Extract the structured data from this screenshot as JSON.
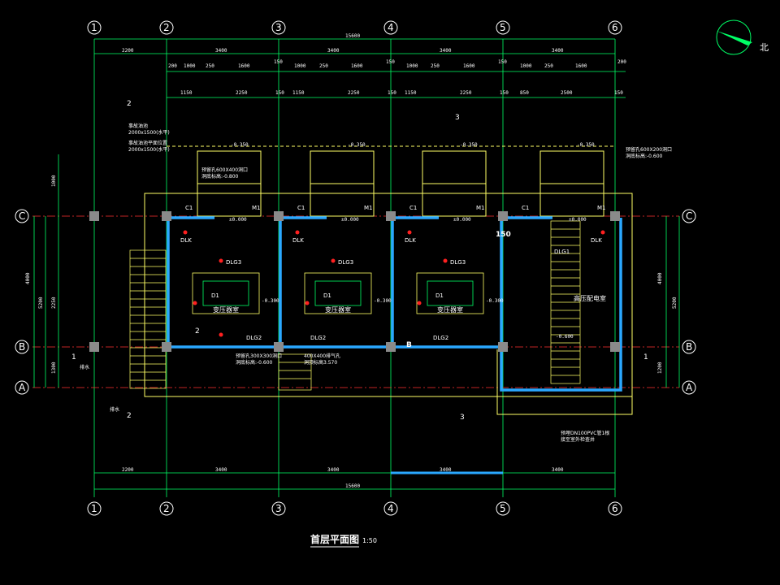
{
  "drawing": {
    "title": "首层平面图",
    "scale": "1:50",
    "north_label": "北",
    "grid_columns": [
      "1",
      "2",
      "3",
      "4",
      "5",
      "6"
    ],
    "grid_rows": [
      "C",
      "B",
      "A"
    ],
    "overall_dimension": "15600",
    "bay_dimensions": [
      "2200",
      "3400",
      "3400",
      "3400",
      "3400"
    ],
    "row2_dimensions": [
      "200",
      "1000",
      "250",
      "1600",
      "150",
      "1000",
      "250",
      "1600",
      "150",
      "1000",
      "250",
      "1600",
      "150",
      "1000",
      "250",
      "1600",
      "200"
    ],
    "row3_dimensions": [
      "1150",
      "2250",
      "150",
      "1150",
      "2250",
      "150",
      "1150",
      "2250",
      "150",
      "850",
      "2500",
      "150"
    ],
    "left_dimensions": [
      "4000",
      "5200",
      "1000",
      "2250",
      "1300"
    ],
    "right_dimensions": [
      "4000",
      "5200",
      "1200"
    ],
    "elevations": [
      "-0.350",
      "-0.350",
      "-0.350",
      "-0.350",
      "±0.000",
      "±0.000",
      "±0.000",
      "±0.000",
      "-0.300",
      "-0.300",
      "-0.300",
      "-0.600"
    ],
    "rooms": [
      {
        "label": "变压器室"
      },
      {
        "label": "变压器室"
      },
      {
        "label": "变压器室"
      },
      {
        "label": "高压配电室"
      }
    ],
    "tags": {
      "dlk": [
        "DLK",
        "DLK",
        "DLK",
        "DLK"
      ],
      "dlg3": [
        "DLG3",
        "DLG3",
        "DLG3"
      ],
      "dlg2": [
        "DLG2",
        "DLG2",
        "DLG2"
      ],
      "dlg1": "DLG1",
      "d1": [
        "D1",
        "D1",
        "D1"
      ],
      "c1": [
        "C1",
        "C1",
        "C1",
        "C1"
      ],
      "m1": [
        "M1",
        "M1",
        "M1",
        "M1"
      ],
      "callout_150": "150",
      "callout_b": "B"
    },
    "section_marks": [
      "1",
      "1",
      "2",
      "2",
      "2",
      "3",
      "3"
    ],
    "notes": [
      "事故油池",
      "2000x1500(水平)",
      "事故油池平面位置",
      "2000x1500(水平)",
      "预留孔600X400洞口",
      "洞底标高:-0.800",
      "预留孔300X300洞口",
      "洞底标高:-0.600",
      "400X400排气孔",
      "洞顶标高3.570",
      "预留孔600X200洞口",
      "洞底标高:-0.600",
      "预埋DN100PVC管1根",
      "接至室外检查井",
      "排水",
      "排水"
    ]
  }
}
